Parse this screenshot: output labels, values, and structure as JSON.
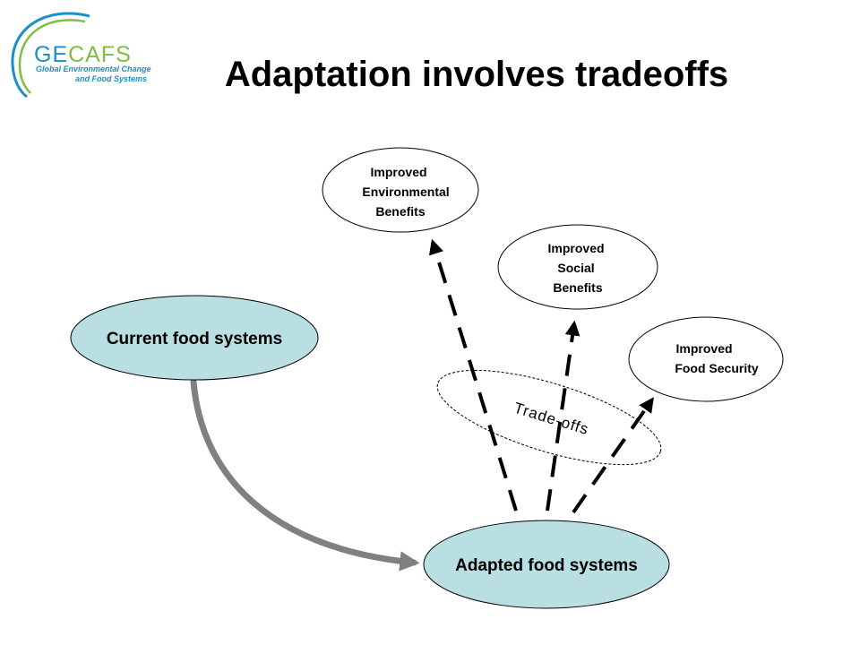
{
  "title": "Adaptation involves tradeoffs",
  "logo": {
    "name_part1": "GE",
    "name_part2": "CAFS",
    "subtitle_line1": "Global Environmental Change",
    "subtitle_line2": "and Food Systems"
  },
  "nodes": {
    "current": "Current food systems",
    "adapted": "Adapted food systems",
    "environmental": [
      "Improved",
      "Environmental",
      "Benefits"
    ],
    "social": [
      "Improved",
      "Social",
      "Benefits"
    ],
    "food_security": [
      "Improved",
      "Food Security"
    ]
  },
  "tradeoffs_label": "Trade-offs",
  "colors": {
    "node_fill": "#b9dfe2",
    "arrow_gray": "#808080",
    "logo_blue": "#1e8ec7",
    "logo_green": "#7fbf3f",
    "text": "#000000"
  }
}
